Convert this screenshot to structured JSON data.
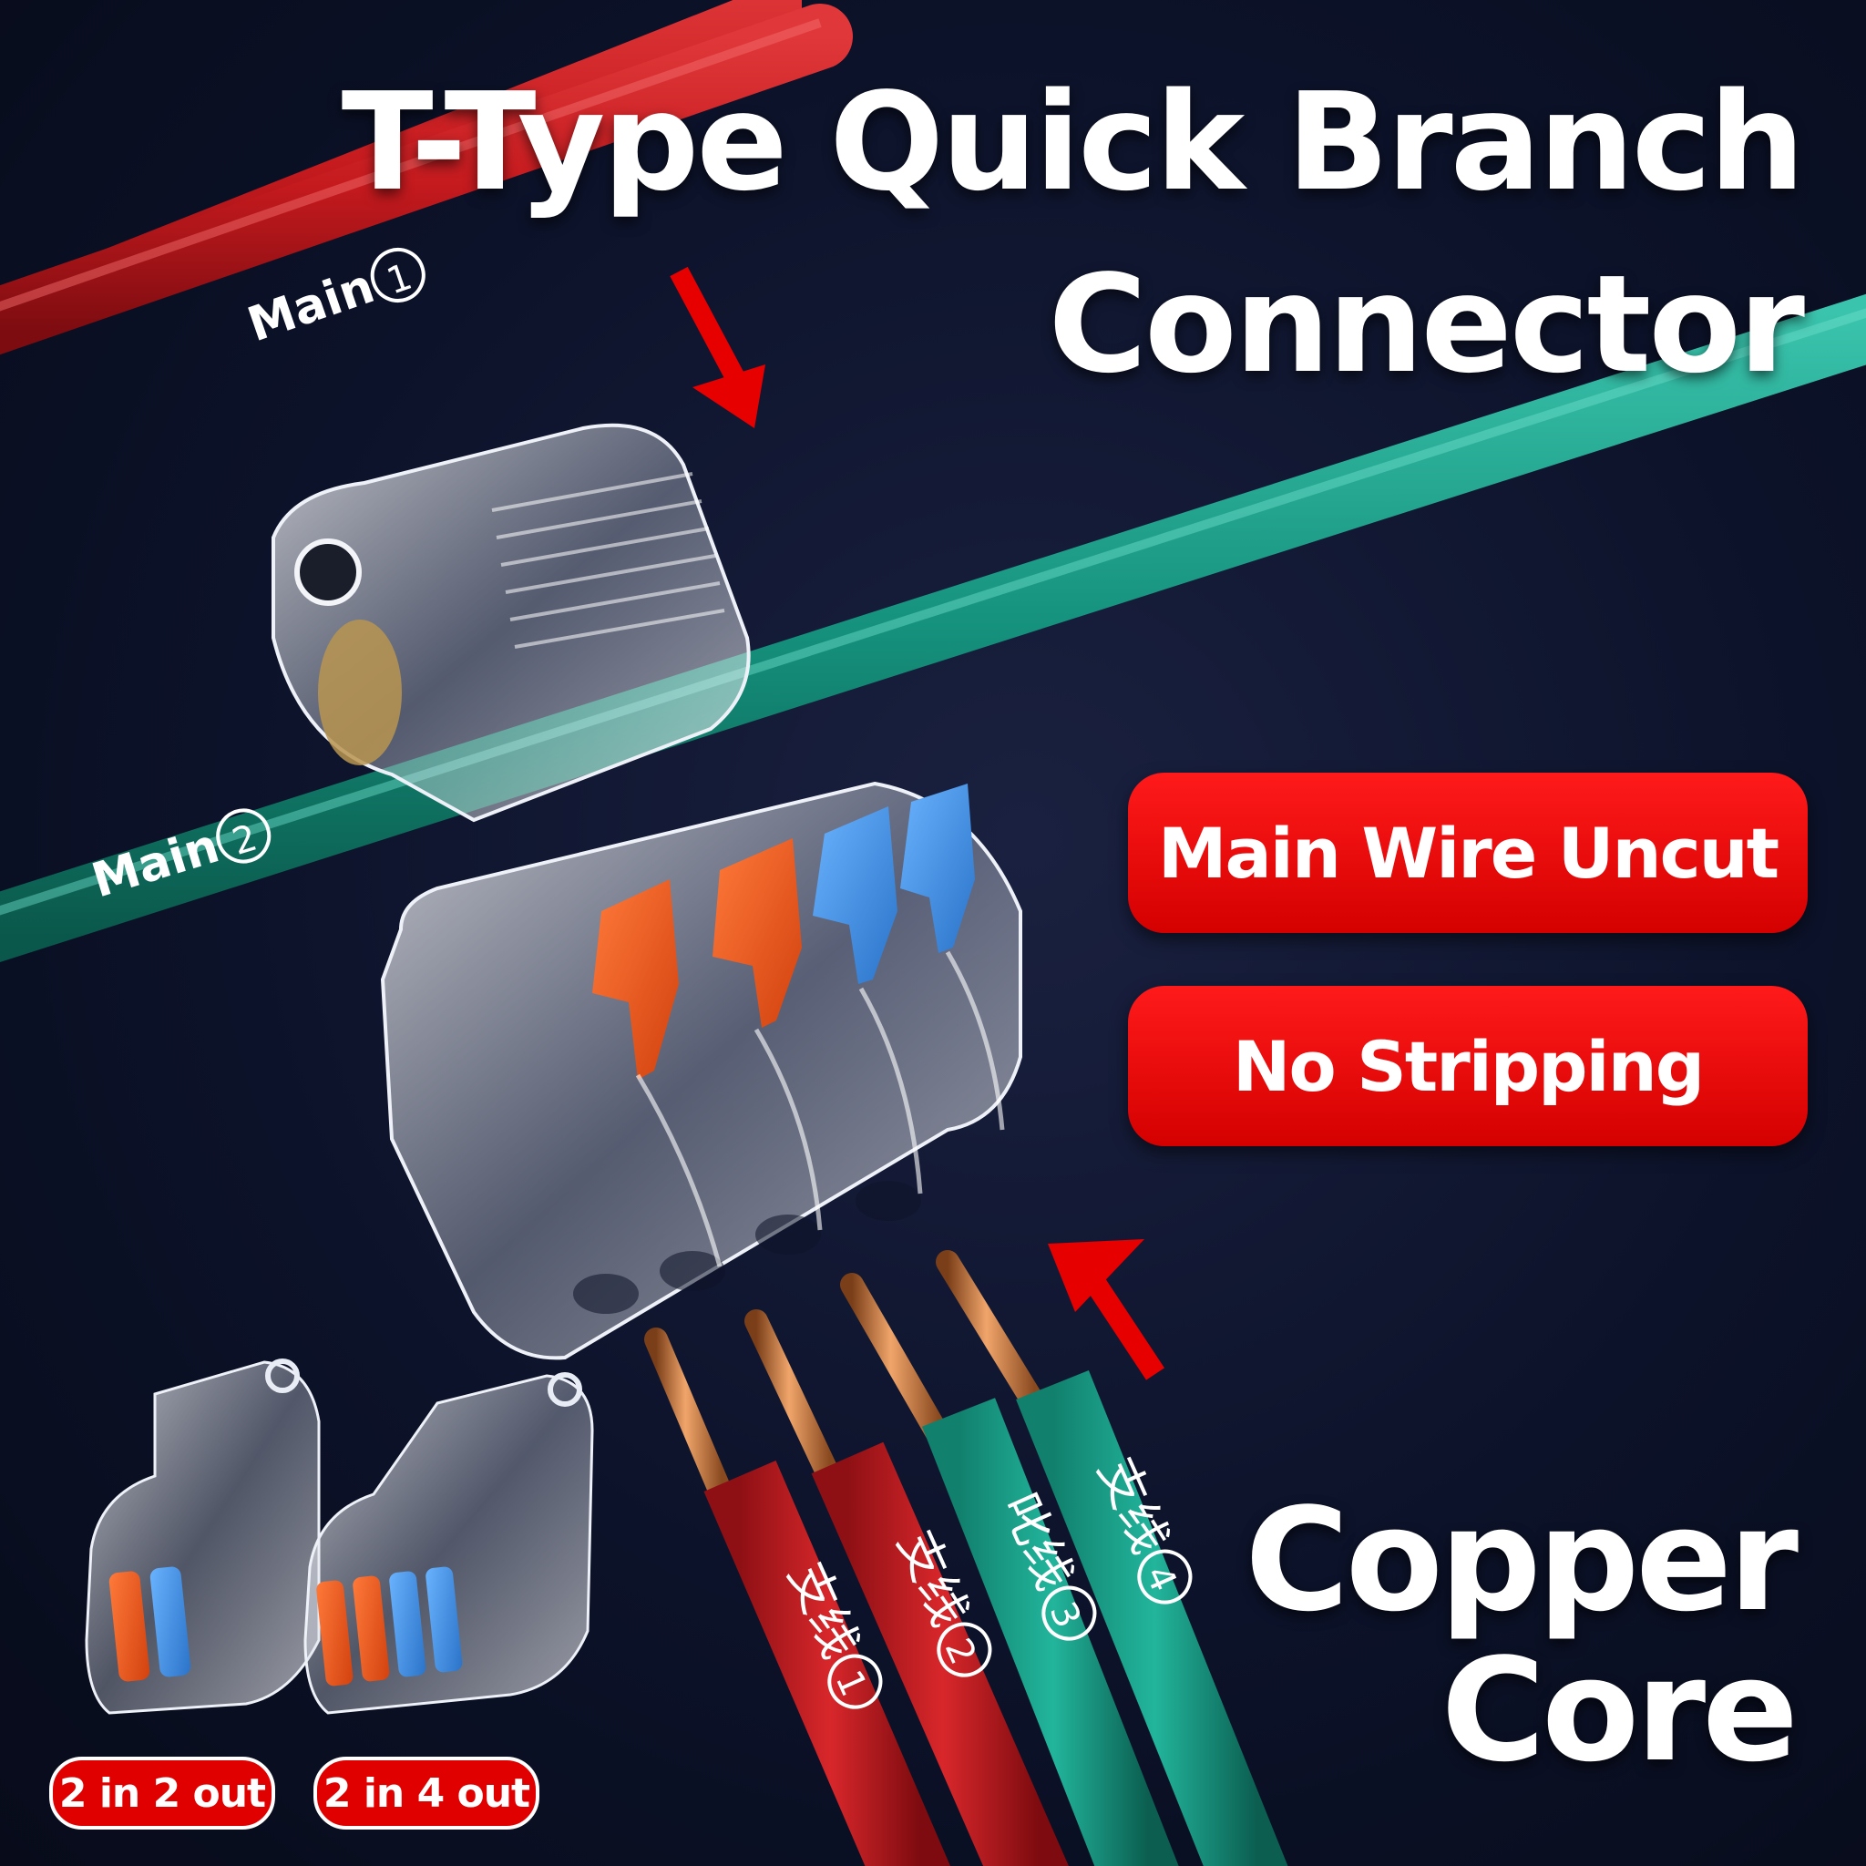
{
  "title": {
    "line1": "T-Type Quick Branch",
    "line2": "Connector"
  },
  "wire_labels": {
    "main1": "Main",
    "main1_num": "1",
    "main2": "Main",
    "main2_num": "2",
    "branch1": "支线",
    "branch1_num": "1",
    "branch2": "支线",
    "branch2_num": "2",
    "branch3": "叱线",
    "branch3_num": "3",
    "branch4": "支线",
    "branch4_num": "4"
  },
  "features": {
    "feature1": "Main Wire Uncut",
    "feature2": "No Stripping"
  },
  "copper": {
    "line1": "Copper",
    "line2": "Core"
  },
  "variants": {
    "v1": "2 in 2 out",
    "v2": "2 in 4 out"
  },
  "colors": {
    "red_wire": "#c61b1f",
    "teal_wire": "#169b86",
    "accent_red": "#e10000",
    "orange_lever": "#f05a1e",
    "blue_lever": "#3d8fe0",
    "copper": "#c8763c"
  }
}
